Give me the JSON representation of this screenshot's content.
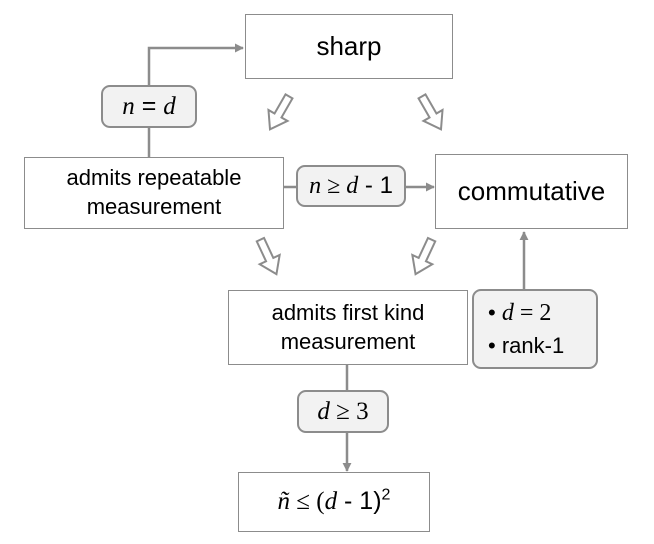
{
  "nodes": {
    "sharp": "sharp",
    "repeatable_line1": "admits repeatable",
    "repeatable_line2": "measurement",
    "commutative": "commutative",
    "first_kind_line1": "admits first kind",
    "first_kind_line2": "measurement",
    "bound": {
      "lhs": "ñ",
      "rel": "≤",
      "open": "(",
      "var": "d",
      "minus": " - 1)",
      "exp": "2"
    }
  },
  "labels": {
    "n_eq_d": {
      "lhs": "n",
      "op": " = ",
      "rhs": "d"
    },
    "n_geq_d_minus_1": {
      "lhs": "n",
      "op": " ≥ ",
      "rhs": "d",
      "tail": " - 1"
    },
    "d_geq_3": {
      "lhs": "d",
      "op": " ≥ ",
      "rhs": "3"
    },
    "conditions": {
      "bullet": "•",
      "item1_var": "d",
      "item1_rest": " = 2",
      "item2": "rank-1"
    }
  },
  "colors": {
    "line": "#8c8c8c",
    "label_fill": "#f2f2f2",
    "box_fill": "#ffffff"
  }
}
